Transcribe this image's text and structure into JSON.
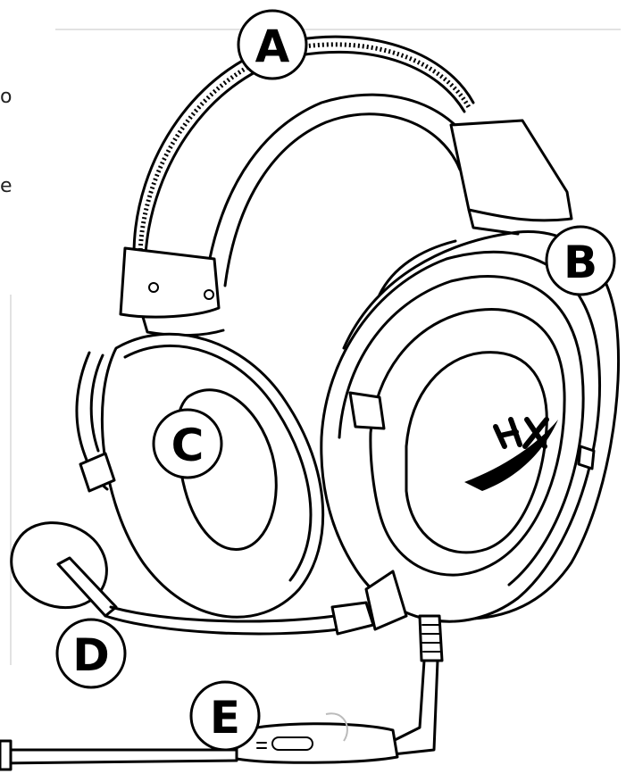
{
  "edge_text": [
    "o",
    "e"
  ],
  "callouts": [
    {
      "id": "A",
      "label": "A"
    },
    {
      "id": "B",
      "label": "B"
    },
    {
      "id": "C",
      "label": "C"
    },
    {
      "id": "D",
      "label": "D"
    },
    {
      "id": "E",
      "label": "E"
    }
  ],
  "brand_logo": "HX",
  "colors": {
    "line": "#000000",
    "background": "#ffffff",
    "guide": "#d8d8d8"
  }
}
